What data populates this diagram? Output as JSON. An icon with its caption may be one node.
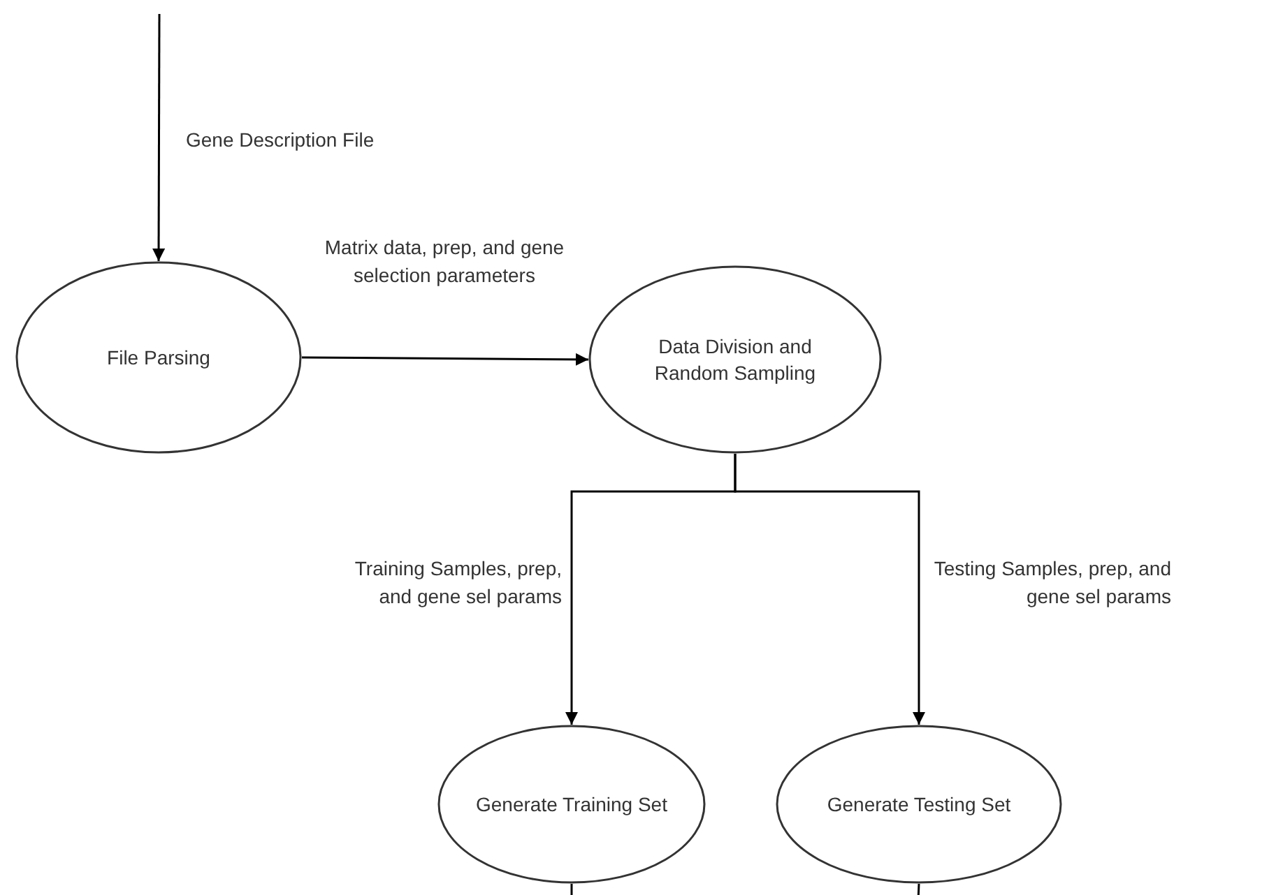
{
  "diagram": {
    "nodes": [
      {
        "text": [
          "File Parsing"
        ]
      },
      {
        "text": [
          "Data Division and Random Sampling"
        ]
      },
      {
        "text": [
          "Generate Training Set"
        ]
      },
      {
        "text": [
          "Generate Testing Set"
        ]
      }
    ],
    "edges": [
      {
        "from": null,
        "to": 0,
        "arrow": "to",
        "label": "Gene Description File"
      },
      {
        "from": 0,
        "to": 1,
        "arrow": "to",
        "label": "Matrix data, prep, and gene selection parameters"
      },
      {
        "from": 1,
        "to": 2,
        "arrow": "to",
        "label": "Training Samples, prep, and gene sel params"
      },
      {
        "from": 1,
        "to": 3,
        "arrow": "to",
        "label": "Testing Samples, prep, and gene sel params"
      },
      {
        "from": 2,
        "to": null,
        "arrow": "none"
      },
      {
        "from": 3,
        "to": null,
        "arrow": "none"
      }
    ]
  }
}
